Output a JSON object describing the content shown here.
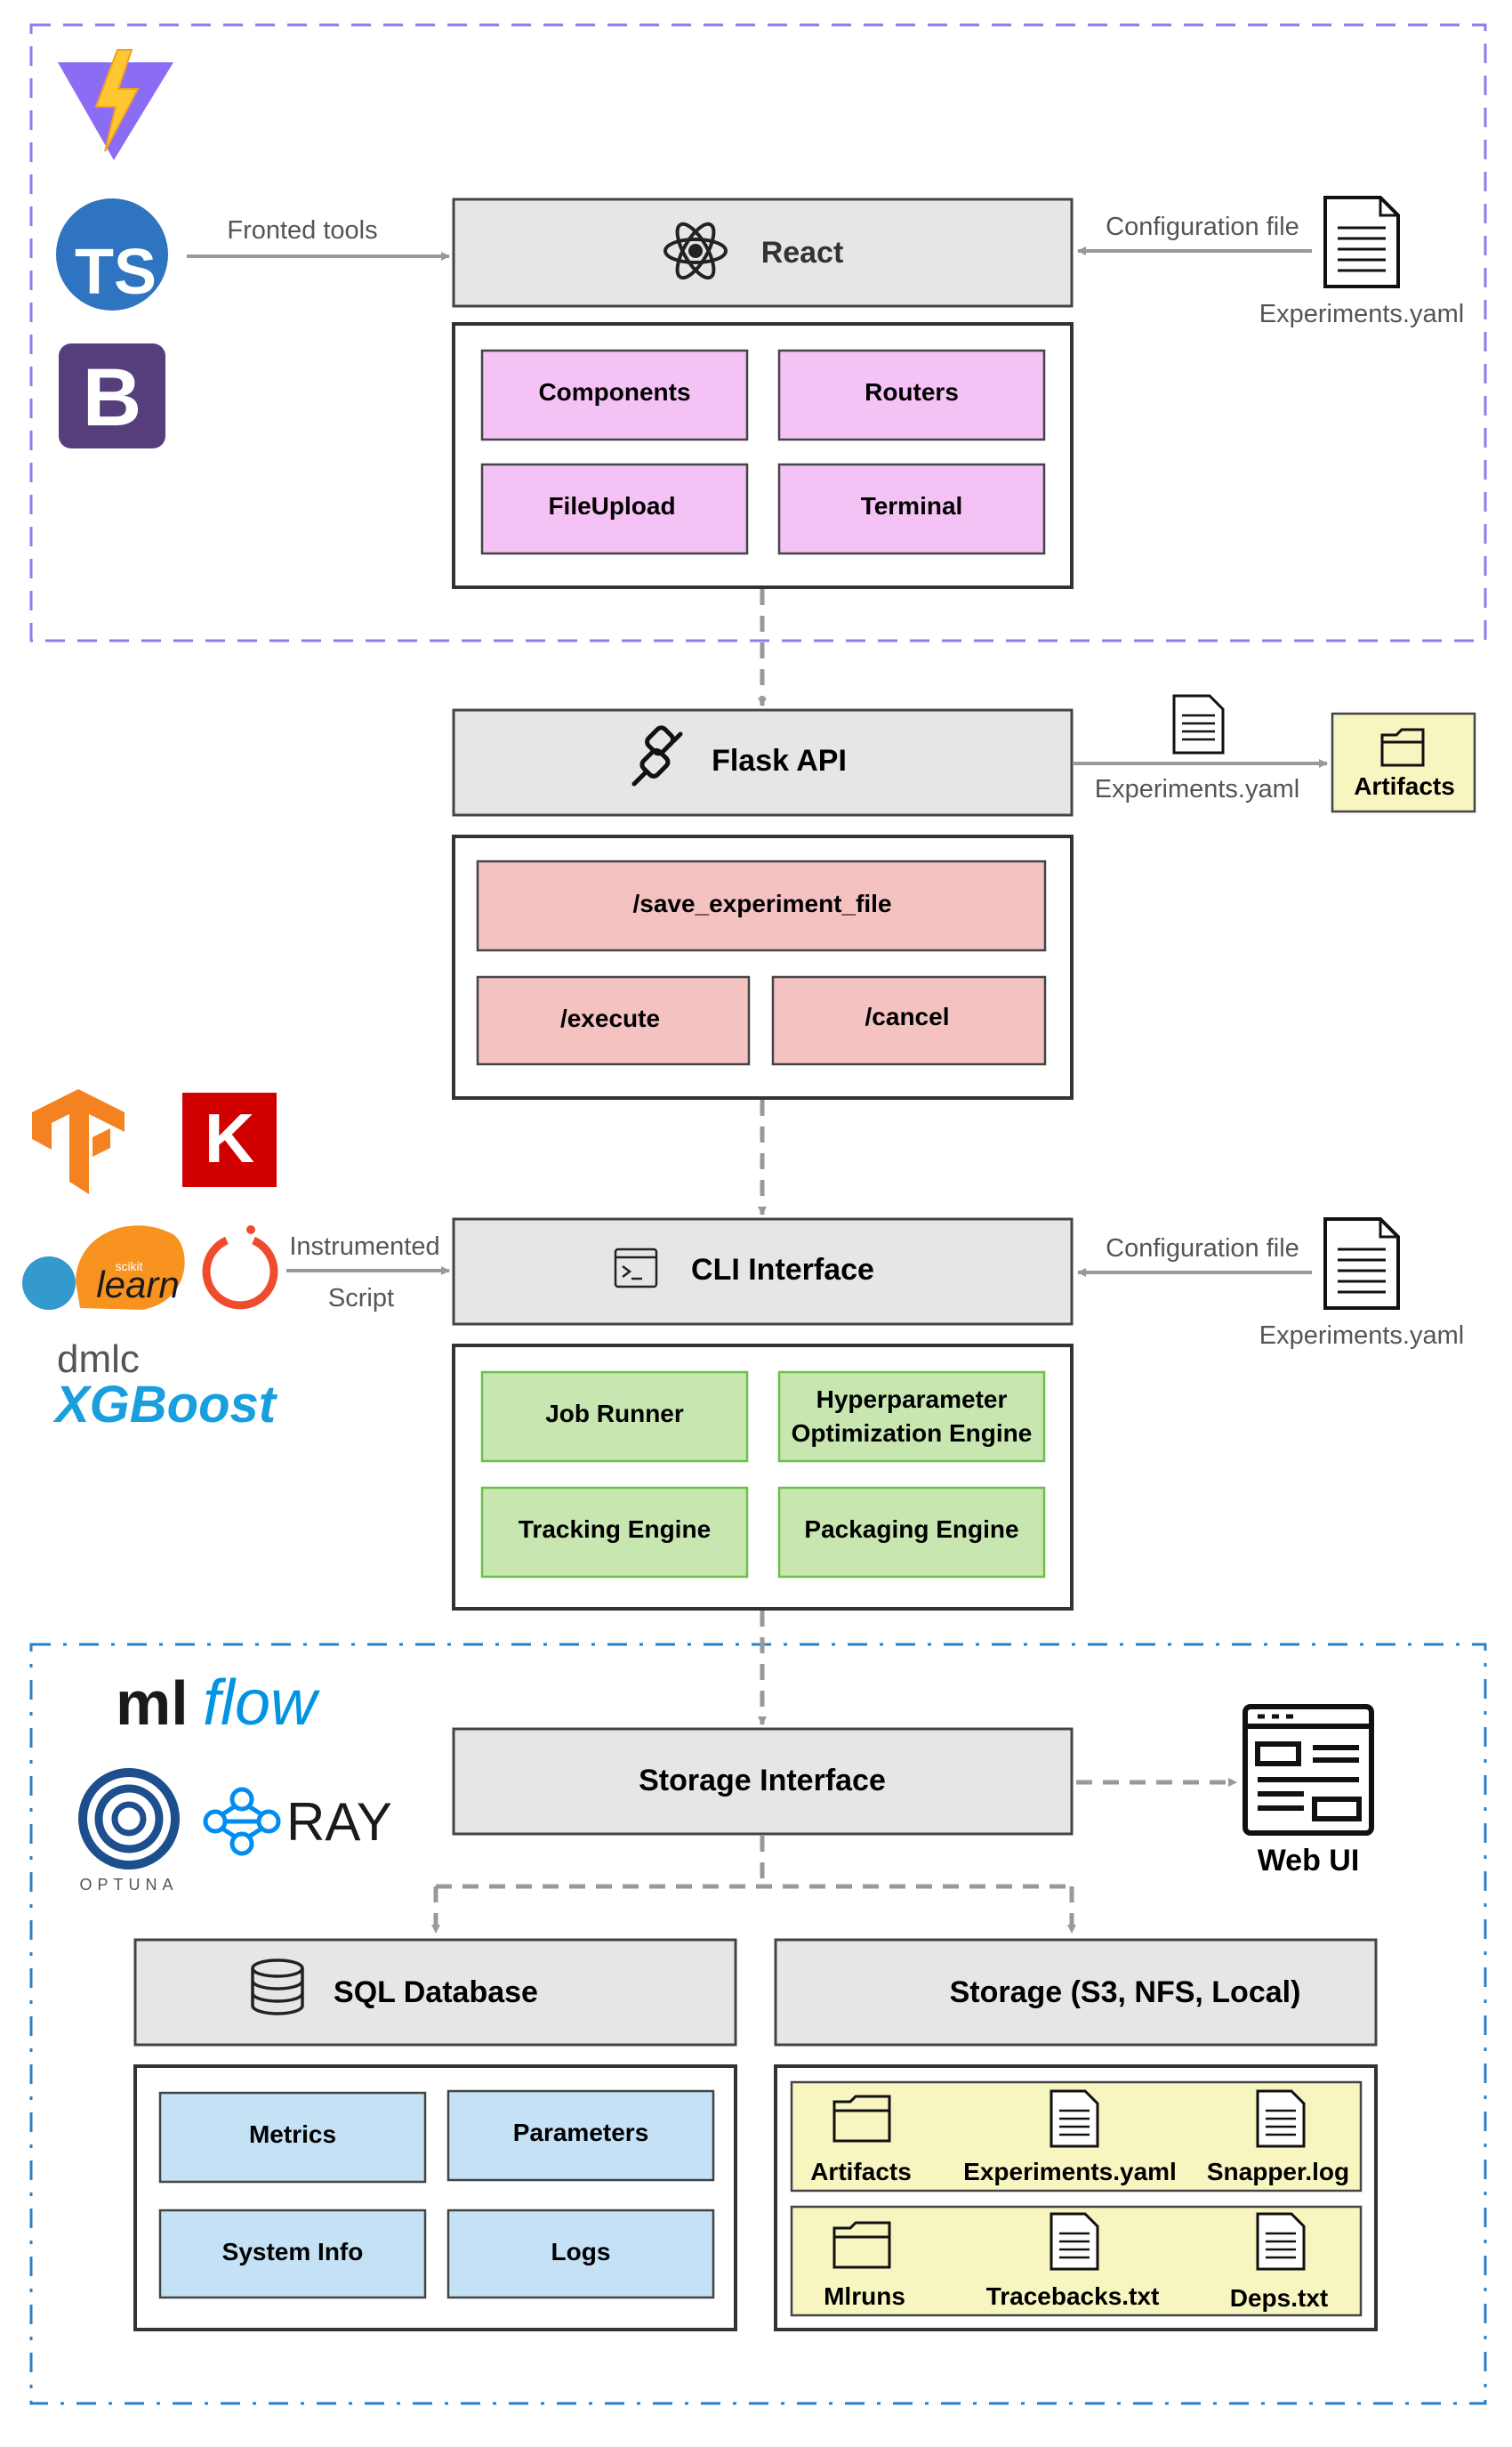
{
  "frontend": {
    "tools_label": "Fronted tools",
    "logos": {
      "vite": "vite-logo",
      "typescript": "TS",
      "bootstrap": "B"
    },
    "react": {
      "title": "React",
      "icon": "react-atom-icon"
    },
    "config_label": "Configuration file",
    "config_file": "Experiments.yaml",
    "components": [
      "Components",
      "Routers",
      "FileUpload",
      "Terminal"
    ]
  },
  "api": {
    "title": "Flask API",
    "icon": "plug-icon",
    "file_label": "Experiments.yaml",
    "artifacts": "Artifacts",
    "endpoints": [
      "/save_experiment_file",
      "/execute",
      "/cancel"
    ]
  },
  "cli": {
    "title": "CLI Interface",
    "icon": "terminal-icon",
    "script_label_1": "Instrumented",
    "script_label_2": "Script",
    "config_label": "Configuration file",
    "config_file": "Experiments.yaml",
    "logos": {
      "keras": "K",
      "sklearn_small": "scikit",
      "sklearn": "learn",
      "xgboost_top": "dmlc",
      "xgboost": "XGBoost"
    },
    "modules": [
      "Job Runner",
      "Hyperparameter",
      "Optimization Engine",
      "Tracking Engine",
      "Packaging Engine"
    ]
  },
  "storage": {
    "title": "Storage Interface",
    "web_ui": "Web UI",
    "logos": {
      "mlflow_ml": "ml",
      "mlflow_flow": "flow",
      "optuna": "OPTUNA",
      "ray": "RAY"
    },
    "sql": {
      "title": "SQL Database",
      "icon": "database-icon",
      "items": [
        "Metrics",
        "Parameters",
        "System Info",
        "Logs"
      ]
    },
    "files": {
      "title": "Storage (S3, NFS, Local)",
      "items": [
        "Artifacts",
        "Experiments.yaml",
        "Snapper.log",
        "Mlruns",
        "Tracebacks.txt",
        "Deps.txt"
      ]
    }
  },
  "colors": {
    "frontend_border": "#8b7cf0",
    "storage_border": "#2b7fc4",
    "component_fill": "#f5c2f5",
    "endpoint_fill": "#f5c2c2",
    "module_fill": "#c8e6b0",
    "db_fill": "#c4e1f5",
    "file_fill": "#f7f5c0",
    "header_fill": "#e6e6e6"
  }
}
